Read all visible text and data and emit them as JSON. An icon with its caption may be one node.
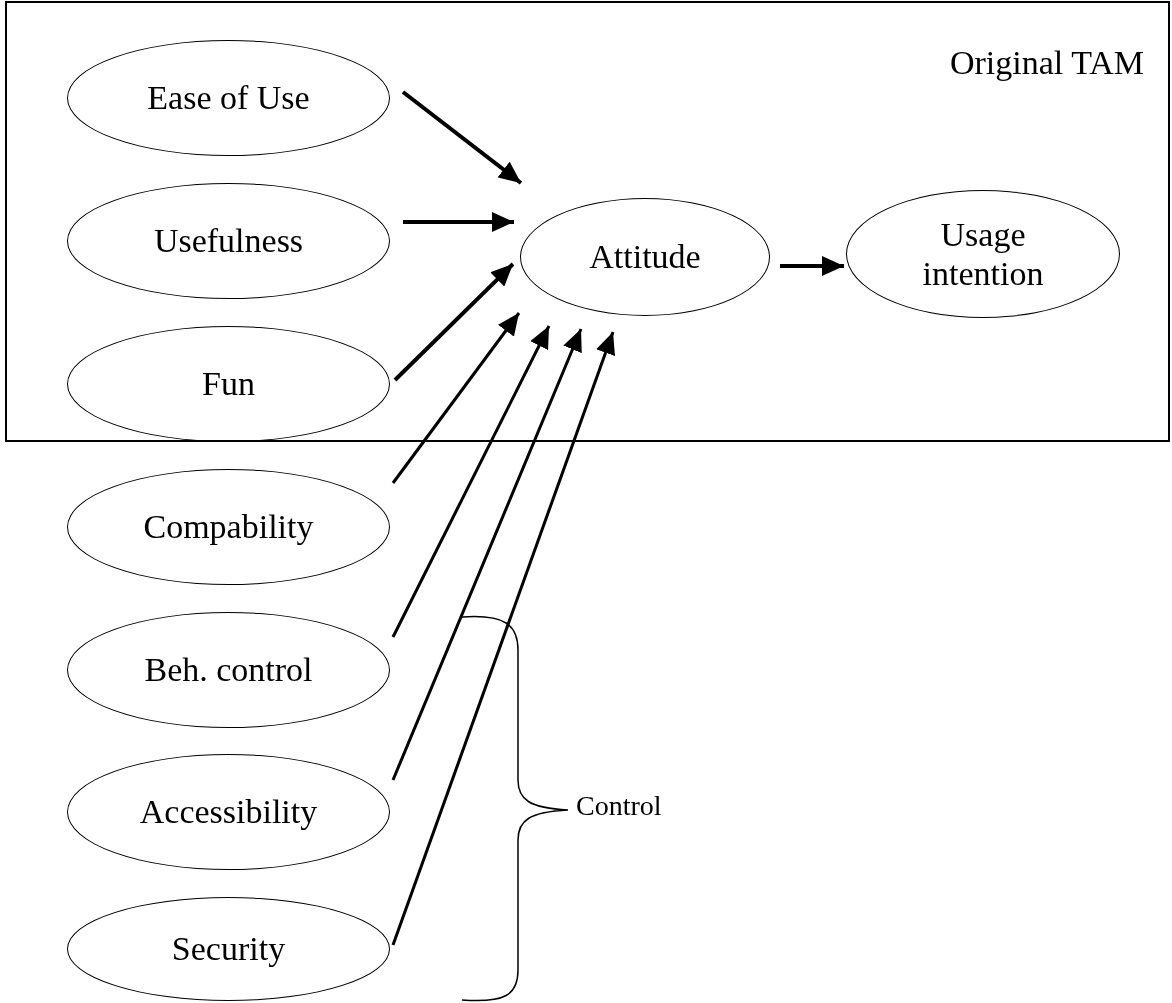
{
  "diagram": {
    "nodes": [
      {
        "text": [
          "Original TAM"
        ]
      },
      {
        "text": [
          "Ease of Use"
        ],
        "in": 0
      },
      {
        "text": [
          "Usefulness"
        ],
        "in": 0
      },
      {
        "text": [
          "Fun"
        ],
        "in": 0
      },
      {
        "text": [
          "Attitude"
        ],
        "in": 0
      },
      {
        "text": [
          "Usage intention"
        ],
        "in": 0
      },
      {
        "text": [
          "Compability"
        ]
      },
      {
        "text": [
          "Beh. control"
        ]
      },
      {
        "text": [
          "Accessibility"
        ]
      },
      {
        "text": [
          "Security"
        ]
      }
    ],
    "edges": [
      {
        "from": 1,
        "to": 4,
        "arrow": "to"
      },
      {
        "from": 2,
        "to": 4,
        "arrow": "to"
      },
      {
        "from": 3,
        "to": 4,
        "arrow": "to"
      },
      {
        "from": 6,
        "to": 4,
        "arrow": "to"
      },
      {
        "from": 7,
        "to": 4,
        "arrow": "to"
      },
      {
        "from": 8,
        "to": 4,
        "arrow": "to"
      },
      {
        "from": 9,
        "to": 4,
        "arrow": "to"
      },
      {
        "from": 4,
        "to": 5,
        "arrow": "to"
      }
    ],
    "labels": [
      "Control"
    ]
  }
}
